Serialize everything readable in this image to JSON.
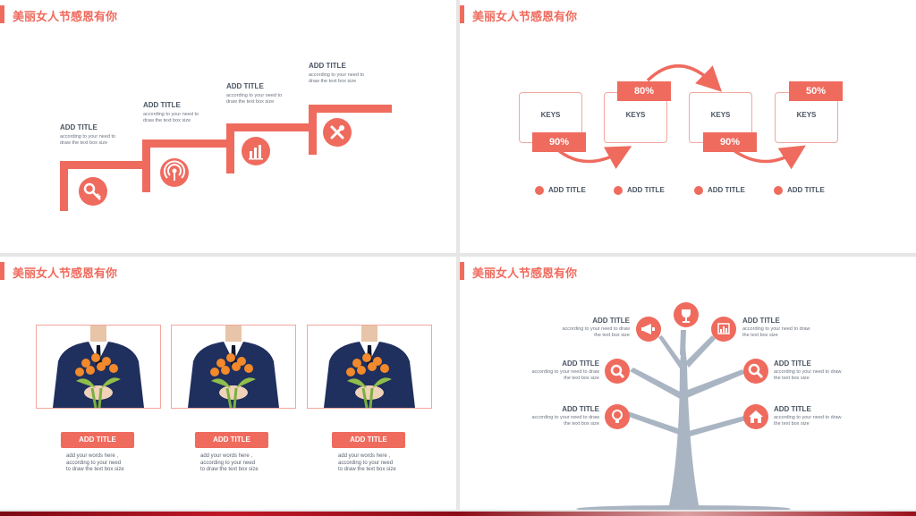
{
  "slides": [
    {
      "title": "美丽女人节感恩有你",
      "steps": [
        {
          "heading": "ADD TITLE",
          "text1": "according to your need to",
          "text2": "draw the text  box size",
          "icon": "key-icon"
        },
        {
          "heading": "ADD TITLE",
          "text1": "according to your need to",
          "text2": "draw the text  box size",
          "icon": "broadcast-icon"
        },
        {
          "heading": "ADD TITLE",
          "text1": "according to your need to",
          "text2": "draw the text  box size",
          "icon": "bar-chart-icon"
        },
        {
          "heading": "ADD TITLE",
          "text1": "according to your need to",
          "text2": "draw the text  box size",
          "icon": "tools-icon"
        }
      ]
    },
    {
      "title": "美丽女人节感恩有你",
      "keys": [
        {
          "label": "KEYS",
          "percent": "90%"
        },
        {
          "label": "KEYS",
          "percent": "80%"
        },
        {
          "label": "KEYS",
          "percent": "90%"
        },
        {
          "label": "KEYS",
          "percent": "50%"
        }
      ],
      "legend": [
        "ADD TITLE",
        "ADD TITLE",
        "ADD TITLE",
        "ADD TITLE"
      ]
    },
    {
      "title": "美丽女人节感恩有你",
      "cards": [
        {
          "button": "ADD TITLE",
          "line1": "add your words here ,",
          "line2": "according to your need",
          "line3": "to draw the text box size"
        },
        {
          "button": "ADD TITLE",
          "line1": "add your words here ,",
          "line2": "according to your need",
          "line3": "to draw the text box size"
        },
        {
          "button": "ADD TITLE",
          "line1": "add your words here ,",
          "line2": "according to your need",
          "line3": "to draw the text box size"
        }
      ]
    },
    {
      "title": "美丽女人节感恩有你",
      "left_items": [
        {
          "heading": "ADD TITLE",
          "text1": "according to your need to draw",
          "text2": "the text  box size",
          "icon": "megaphone-icon"
        },
        {
          "heading": "ADD TITLE",
          "text1": "according to your need to  draw",
          "text2": "the text  box size",
          "icon": "magnify-gear-icon"
        },
        {
          "heading": "ADD TITLE",
          "text1": "according to your need to  draw",
          "text2": "the text  box size",
          "icon": "lightbulb-icon"
        }
      ],
      "top_icon": "trophy-icon",
      "right_items": [
        {
          "heading": "ADD TITLE",
          "text1": "according to your need to  draw",
          "text2": "the text  box size",
          "icon": "chart-board-icon"
        },
        {
          "heading": "ADD TITLE",
          "text1": "according to your need to  draw",
          "text2": "the text  box size",
          "icon": "search-icon"
        },
        {
          "heading": "ADD TITLE",
          "text1": "according to your need to  draw",
          "text2": "the text  box size",
          "icon": "home-icon"
        }
      ]
    }
  ],
  "colors": {
    "accent": "#ef6b5e",
    "text": "#4a5563",
    "tree": "#aab5c3"
  }
}
